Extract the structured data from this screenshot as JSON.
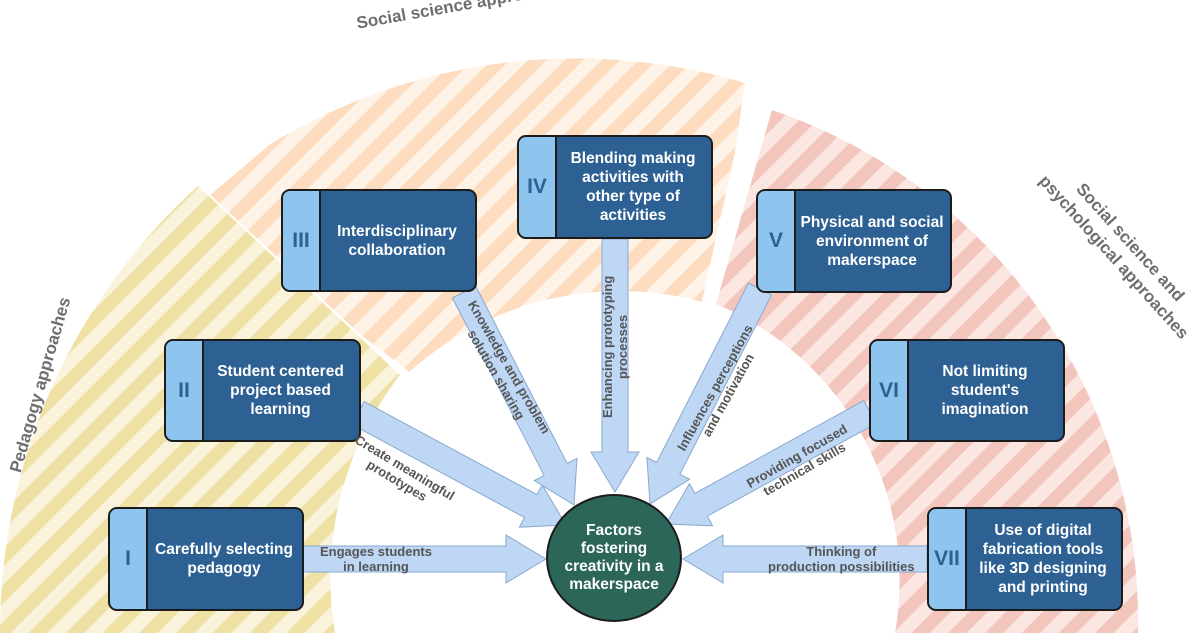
{
  "regions": {
    "social": "Social science approaches",
    "pedagogy": "Pedagogy approaches",
    "psych_line1": "Social science and",
    "psych_line2": "psychological approaches"
  },
  "center": {
    "text": "Factors fostering creativity in a makerspace"
  },
  "factors": [
    {
      "numeral": "I",
      "text": "Carefully selecting pedagogy",
      "link": [
        "Engages students",
        "in learning"
      ]
    },
    {
      "numeral": "II",
      "text": "Student centered project based learning",
      "link": [
        "Create meaningful",
        "prototypes"
      ]
    },
    {
      "numeral": "III",
      "text": "Interdisciplinary collaboration",
      "link": [
        "Knowledge and problem",
        "solution sharing"
      ]
    },
    {
      "numeral": "IV",
      "text": "Blending making activities with other type of activities",
      "link": [
        "Enhancing prototyping",
        "processes"
      ]
    },
    {
      "numeral": "V",
      "text": "Physical and social environment of makerspace",
      "link": [
        "Influences perceptions",
        "and motivation"
      ]
    },
    {
      "numeral": "VI",
      "text": "Not limiting student's imagination",
      "link": [
        "Providing focused",
        "technical skills"
      ]
    },
    {
      "numeral": "VII",
      "text": "Use of digital fabrication tools like 3D designing and printing",
      "link": [
        "Thinking of",
        "production possibilities"
      ]
    }
  ],
  "colors": {
    "box_fill": "#2d6193",
    "numeral_fill": "#8ec5ef",
    "arrow_fill": "#bdd7f5",
    "center_fill": "#2b6659",
    "pedagogy_stripe": "#f1e3a8",
    "social_stripe": "#fde1c6",
    "psych_stripe": "#f5cbc3"
  }
}
